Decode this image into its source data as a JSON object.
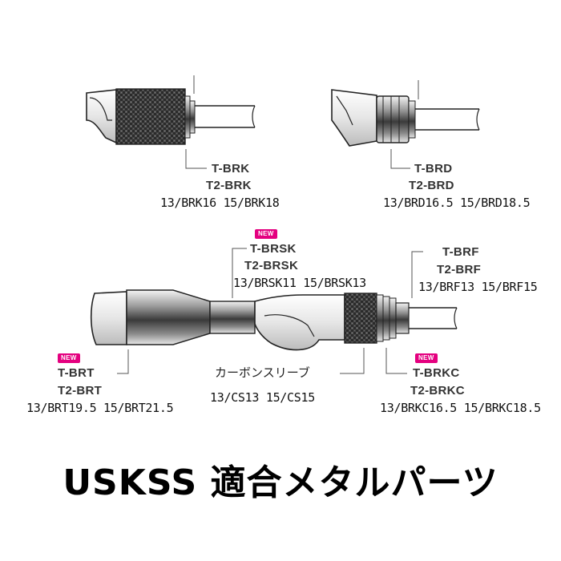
{
  "parts": {
    "brk": {
      "line1": "T-BRK",
      "line2": "T2-BRK",
      "sizes": "13/BRK16 15/BRK18"
    },
    "brd": {
      "line1": "T-BRD",
      "line2": "T2-BRD",
      "sizes": "13/BRD16.5 15/BRD18.5"
    },
    "brsk": {
      "badge": "NEW",
      "line1": "T-BRSK",
      "line2": "T2-BRSK",
      "sizes": "13/BRSK11 15/BRSK13"
    },
    "brf": {
      "line1": "T-BRF",
      "line2": "T2-BRF",
      "sizes": "13/BRF13 15/BRF15"
    },
    "brt": {
      "badge": "NEW",
      "line1": "T-BRT",
      "line2": "T2-BRT",
      "sizes": "13/BRT19.5 15/BRT21.5"
    },
    "carbon": {
      "label": "カーボンスリーブ",
      "sizes": "13/CS13 15/CS15"
    },
    "brkc": {
      "badge": "NEW",
      "line1": "T-BRKC",
      "line2": "T2-BRKC",
      "sizes": "13/BRKC16.5 15/BRKC18.5"
    }
  },
  "title": "USKSS 適合メタルパーツ",
  "colors": {
    "badge": "#e4007f",
    "leader": "#666666"
  }
}
